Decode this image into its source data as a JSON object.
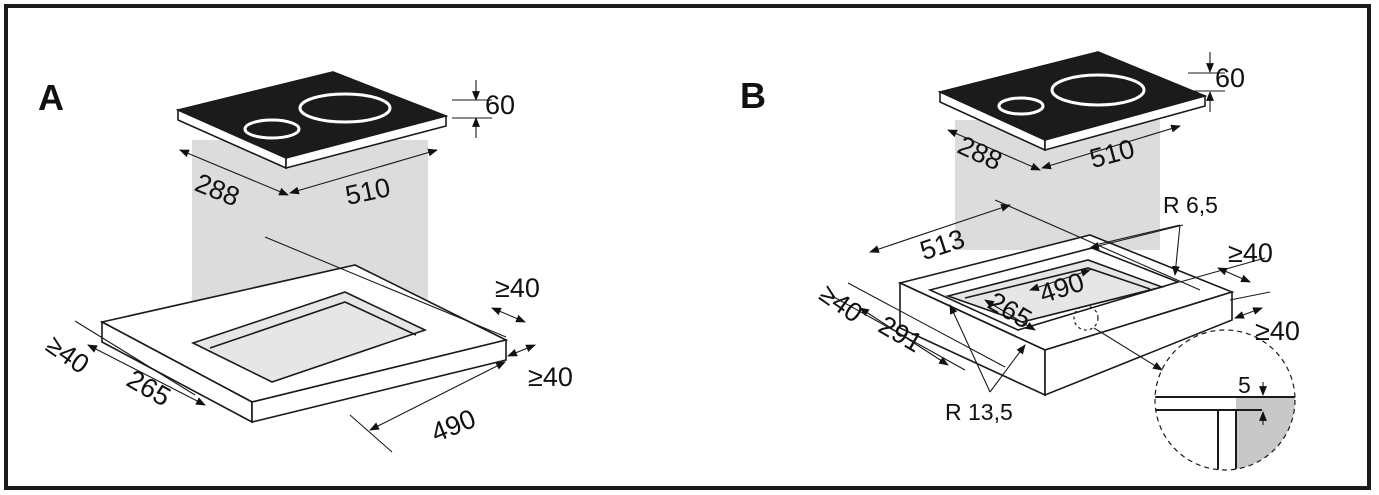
{
  "panels": [
    {
      "label": "A",
      "dimensions": {
        "hob_depth": "288",
        "hob_width": "510",
        "hob_height": "60",
        "cutout_depth": "265",
        "cutout_width": "490",
        "clearance_back": "≥40",
        "clearance_side": "≥40",
        "clearance_front": "≥40"
      }
    },
    {
      "label": "B",
      "dimensions": {
        "hob_depth": "288",
        "hob_width": "510",
        "hob_height": "60",
        "recess_width": "513",
        "recess_depth": "291",
        "cutout_width": "490",
        "cutout_depth": "265",
        "corner_radius_outer": "R 6,5",
        "corner_radius_inner": "R 13,5",
        "clearance_back": "≥40",
        "clearance_side": "≥40",
        "clearance_front": "≥40",
        "recess_step": "5"
      }
    }
  ],
  "colors": {
    "hob_glass": "#1b1b1b",
    "shade": "#dcdcdc",
    "line": "#1a1a1a"
  }
}
